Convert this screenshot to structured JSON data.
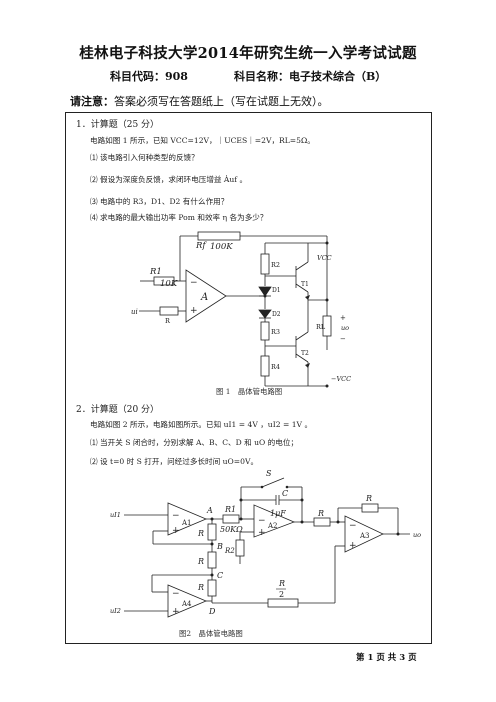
{
  "header": {
    "title": "桂林电子科技大学2014年研究生统一入学考试试题",
    "code": "科目代码：908",
    "subject": "科目名称：电子技术综合（B）"
  },
  "notice": {
    "label": "请注意：",
    "text": "答案必须写在答题纸上（写在试题上无效）。"
  },
  "q1": {
    "heading": "1．计算题（25 分）",
    "intro": "电路如图 1 所示，已知 VCC=12V，｜UCES｜=2V，RL=5Ω。",
    "items": [
      "⑴ 该电路引入何种类型的反馈？",
      "⑵ 假设为深度负反馈，求闭环电压增益 Ȧuf 。",
      "⑶ 电路中的 R3，D1、D2 有什么作用？",
      "⑷ 求电路的最大输出功率 Pom 和效率 η 各为多少？"
    ],
    "caption": "图 1　晶体管电路图",
    "labels": {
      "rf": "Rf",
      "rf_val": "100K",
      "r1": "R1",
      "r1_val": "10K",
      "r": "R",
      "ui": "ui",
      "amp": "A",
      "minus": "−",
      "plus": "+",
      "r2": "R2",
      "r3": "R3",
      "r4": "R4",
      "rl": "RL",
      "t1": "T1",
      "t2": "T2",
      "d1": "D1",
      "d2": "D2",
      "vcc": "VCC",
      "nvcc": "−VCC",
      "uo": "uo"
    }
  },
  "q2": {
    "heading": "2．计算题（20 分）",
    "intro": "电路如图 2 所示，电路如图所示。已知 uI1 = 4V ，uI2 = 1V 。",
    "items": [
      "⑴ 当开关 S 闭合时，分别求解 A、B、C、D 和 uO 的电位；",
      "⑵ 设 t=0 时 S 打开，问经过多长时间 uO=0V。"
    ],
    "caption": "图2　晶体管电路图",
    "labels": {
      "s": "S",
      "c": "C",
      "cap_val": "1μF",
      "r1": "R1",
      "r1_val": "50KΩ",
      "r": "R",
      "r2": "R2",
      "ui1": "uI1",
      "ui2": "uI2",
      "uo": "uo",
      "a1": "A1",
      "a2": "A2",
      "a3": "A3",
      "a4": "A4",
      "node_a": "A",
      "node_b": "B",
      "node_c": "C",
      "node_d": "D",
      "r_half_num": "R",
      "r_half_den": "2",
      "minus": "−",
      "plus": "+"
    }
  },
  "footer": {
    "page": "第 1 页 共 3 页"
  }
}
